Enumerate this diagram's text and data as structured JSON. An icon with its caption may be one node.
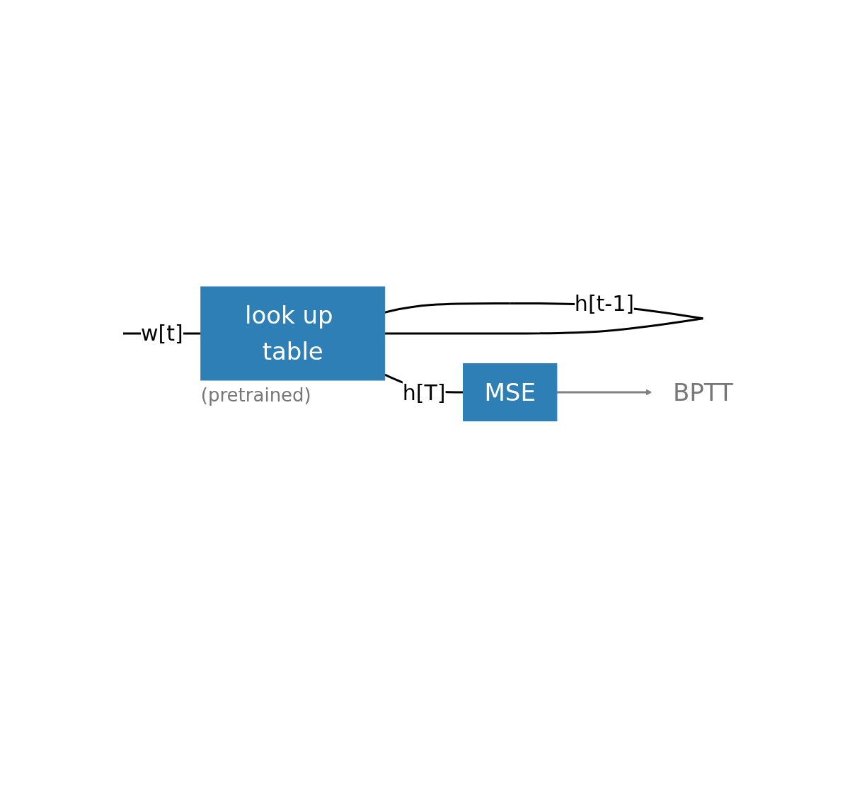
{
  "diagram": {
    "nodes": [
      {
        "text": [
          "look up table"
        ],
        "beside": [
          "(pretrained)"
        ]
      },
      {
        "text": [
          "MSE"
        ]
      },
      {
        "text": [
          "BPTT"
        ]
      }
    ],
    "edges": [
      {
        "from": null,
        "to": 0,
        "arrow": "none",
        "label": "w[t]"
      },
      {
        "from": 0,
        "to": 0,
        "arrow": "none",
        "label": "h[t-1]"
      },
      {
        "from": 0,
        "to": 1,
        "arrow": "none",
        "label": "h[T]"
      },
      {
        "from": 1,
        "to": 2,
        "arrow": "to",
        "color": "#808080"
      }
    ]
  }
}
